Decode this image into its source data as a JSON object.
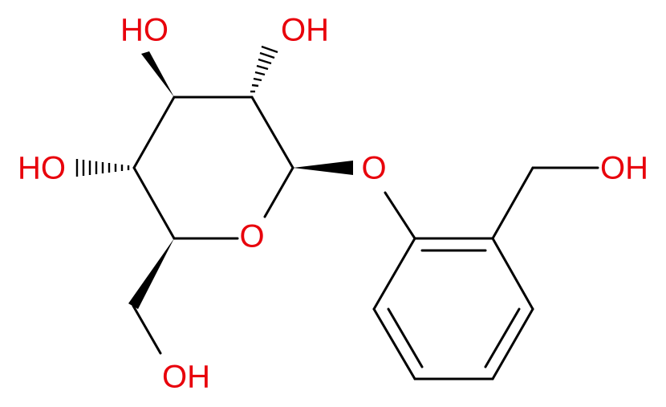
{
  "molecule": {
    "colors": {
      "bond": "#000000",
      "oxygen_label": "#e8000b",
      "background": "#ffffff"
    },
    "labels": {
      "oh_c3": "HO",
      "oh_c2": "OH",
      "oh_c4": "HO",
      "ring_o": "O",
      "glycosidic_o": "O",
      "oh_ch2_aryl": "OH",
      "oh_c6": "OH"
    }
  }
}
